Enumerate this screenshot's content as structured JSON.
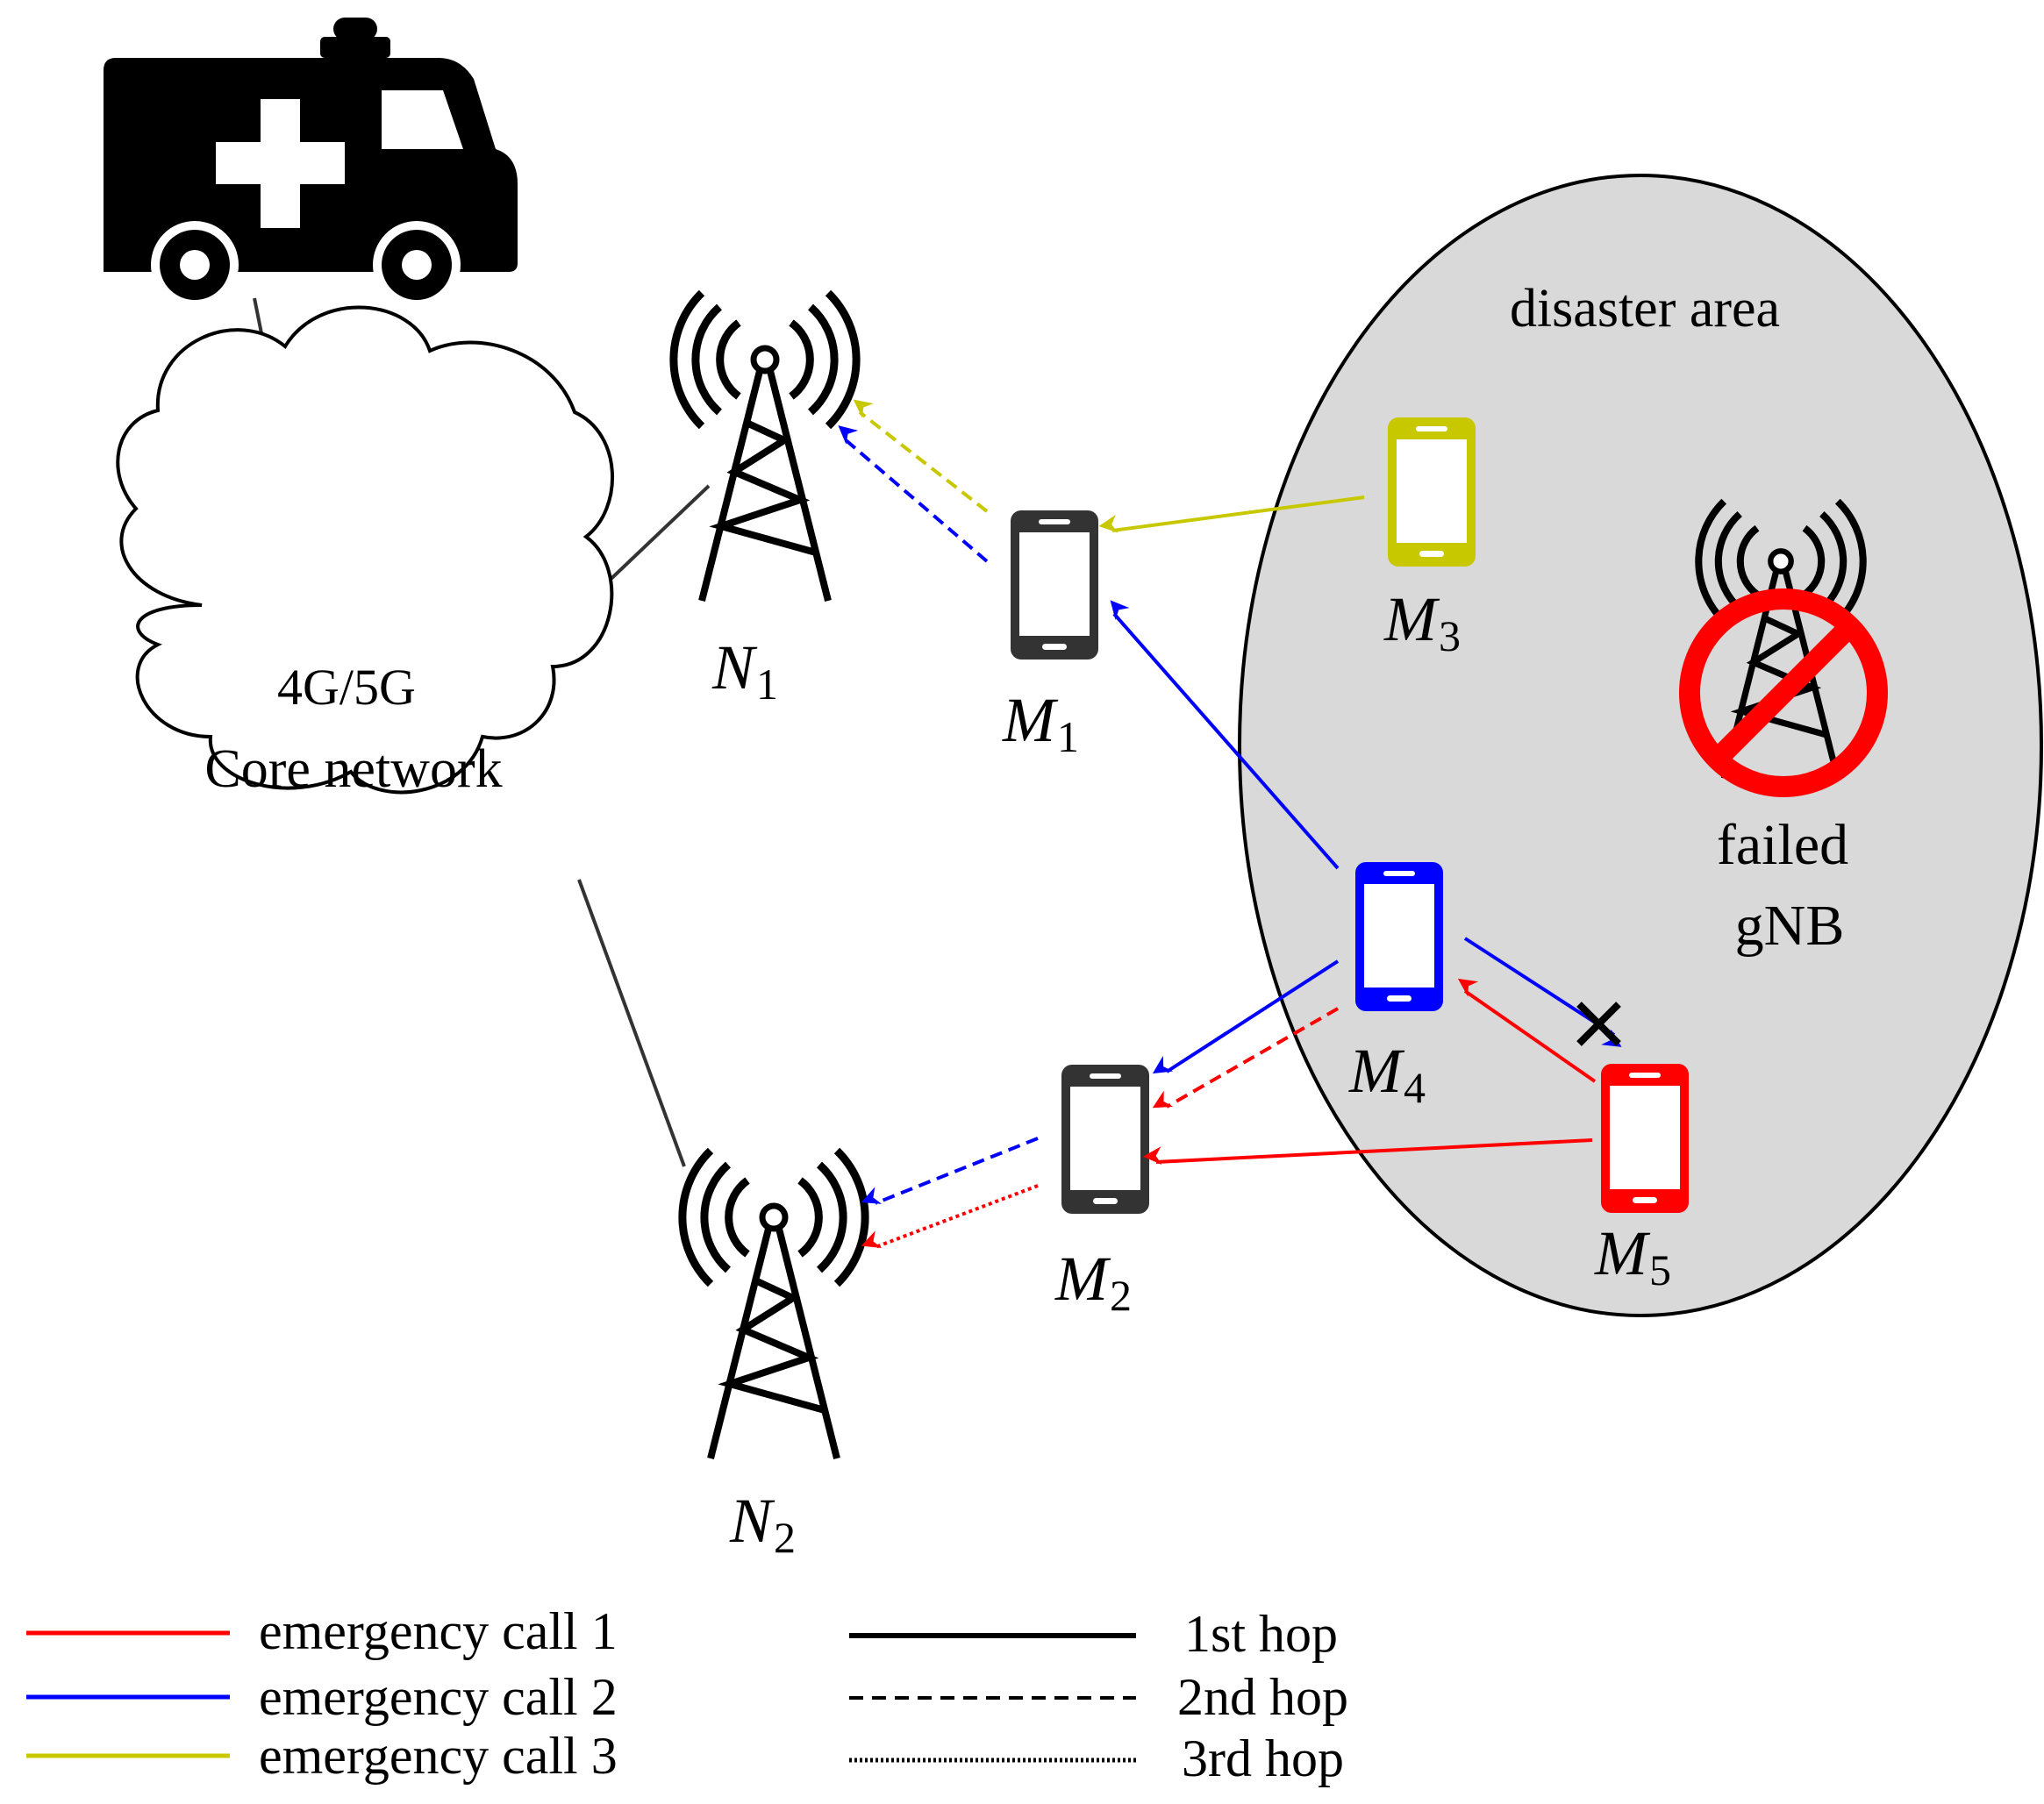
{
  "labels": {
    "core_line1": "4G/5G",
    "core_line2": "Core network",
    "disaster_area": "disaster area",
    "failed_line1": "failed",
    "failed_line2": "gNB"
  },
  "nodes": {
    "n1": {
      "letter": "N",
      "sub": "1"
    },
    "n2": {
      "letter": "N",
      "sub": "2"
    },
    "m1": {
      "letter": "M",
      "sub": "1"
    },
    "m2": {
      "letter": "M",
      "sub": "2"
    },
    "m3": {
      "letter": "M",
      "sub": "3"
    },
    "m4": {
      "letter": "M",
      "sub": "4"
    },
    "m5": {
      "letter": "M",
      "sub": "5"
    }
  },
  "legend": {
    "calls": [
      {
        "label": "emergency call 1",
        "color": "#ff0000"
      },
      {
        "label": "emergency call 2",
        "color": "#0000ff"
      },
      {
        "label": "emergency call 3",
        "color": "#c8c800"
      }
    ],
    "hops": [
      {
        "label": "1st hop",
        "style": "solid"
      },
      {
        "label": "2nd hop",
        "style": "dashed"
      },
      {
        "label": "3rd hop",
        "style": "dotted"
      }
    ]
  },
  "colors": {
    "call1": "#ff0000",
    "call2": "#0000ff",
    "call3": "#c8c800",
    "device_default": "#333333",
    "disaster_fill": "#d9d9d9",
    "prohibit": "#ff0000"
  },
  "icons": [
    "ambulance-icon",
    "cloud-icon",
    "tower-icon",
    "smartphone-icon",
    "prohibited-icon",
    "cross-icon"
  ]
}
